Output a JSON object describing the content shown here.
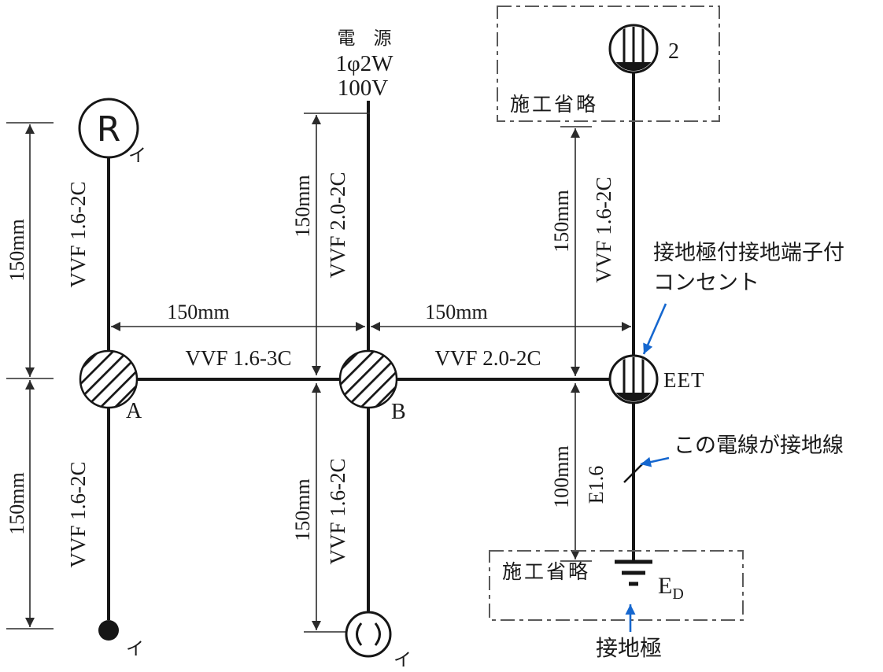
{
  "colors": {
    "wire": "#161616",
    "annotation_red": "#e8241e",
    "annotation_blue": "#1567cf",
    "dimension": "#2b2b2b"
  },
  "power_source": {
    "title": "電　源",
    "phase": "1φ2W",
    "voltage": "100V"
  },
  "fixtures": {
    "lamp_receptacle": {
      "symbol": "R",
      "circuit": "イ"
    },
    "junction_a": {
      "label": "A"
    },
    "junction_b": {
      "label": "B"
    },
    "outlet_omitted": {
      "label": "2"
    },
    "outlet_eet": {
      "label": "EET"
    },
    "pendant": {
      "circuit": "イ"
    },
    "ceiling_rose": {
      "circuit": "イ"
    },
    "ground_electrode": {
      "label": "E",
      "subscript": "D"
    }
  },
  "cables": {
    "left_upper": "VVF 1.6-2C",
    "left_lower": "VVF 1.6-2C",
    "center_upper": "VVF 2.0-2C",
    "center_lower": "VVF 1.6-2C",
    "right_upper": "VVF 1.6-2C",
    "a_to_b": "VVF 1.6-3C",
    "b_to_eet": "VVF 2.0-2C",
    "ground_wire": "E1.6"
  },
  "dimensions": {
    "left_upper": "150mm",
    "left_lower": "150mm",
    "center_upper": "150mm",
    "center_lower": "150mm",
    "right_upper": "150mm",
    "right_lower": "100mm",
    "a_b_span": "150mm",
    "b_eet_span": "150mm"
  },
  "omitted_boxes": {
    "top": "施工省略",
    "bottom": "施工省略"
  },
  "annotations": {
    "eet_label_line1": "接地極付接地端子付",
    "eet_label_line2": "コンセント",
    "ground_wire_note": "この電線が接地線",
    "electrode_note": "接地極"
  }
}
